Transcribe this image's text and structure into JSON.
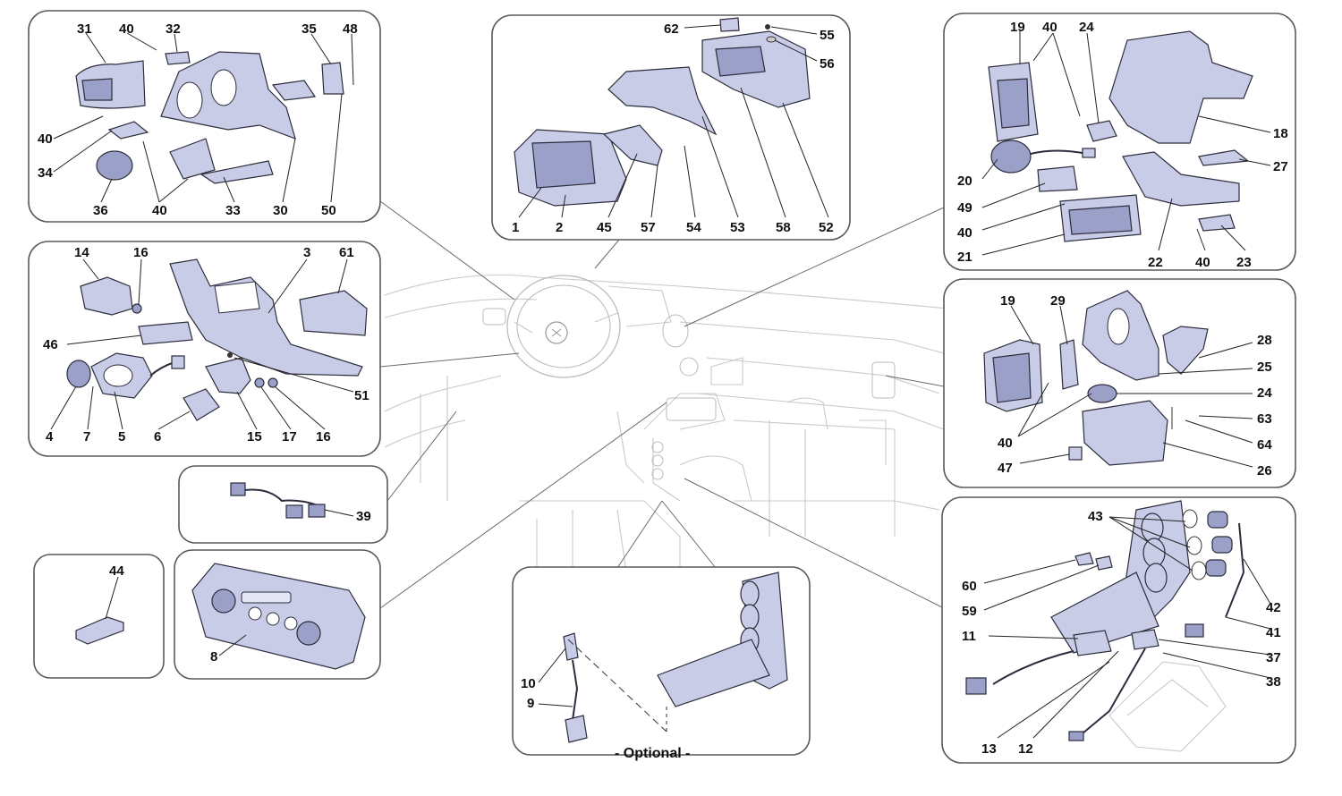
{
  "diagram": {
    "labels": {
      "p31": "31",
      "p40a": "40",
      "p32": "32",
      "p35": "35",
      "p48": "48",
      "p40b": "40",
      "p34": "34",
      "p36": "36",
      "p40c": "40",
      "p33": "33",
      "p30": "30",
      "p50": "50",
      "p62": "62",
      "p55": "55",
      "p56": "56",
      "p1": "1",
      "p2": "2",
      "p45": "45",
      "p57": "57",
      "p54": "54",
      "p53": "53",
      "p58": "58",
      "p52": "52",
      "p19a": "19",
      "p40d": "40",
      "p24a": "24",
      "p18": "18",
      "p20": "20",
      "p27": "27",
      "p49": "49",
      "p40e": "40",
      "p21": "21",
      "p22": "22",
      "p40f": "40",
      "p23": "23",
      "p14": "14",
      "p16a": "16",
      "p3": "3",
      "p61": "61",
      "p46": "46",
      "p51": "51",
      "p4": "4",
      "p7": "7",
      "p5": "5",
      "p6": "6",
      "p15": "15",
      "p17": "17",
      "p16b": "16",
      "p19b": "19",
      "p29": "29",
      "p28": "28",
      "p25": "25",
      "p24b": "24",
      "p63": "63",
      "p40g": "40",
      "p64": "64",
      "p47": "47",
      "p26": "26",
      "p39": "39",
      "p44": "44",
      "p8": "8",
      "p10": "10",
      "p9": "9",
      "p43": "43",
      "p60": "60",
      "p42": "42",
      "p59": "59",
      "p41": "41",
      "p11": "11",
      "p37": "37",
      "p38": "38",
      "p13": "13",
      "p12": "12"
    },
    "optional_caption": "- Optional -"
  }
}
